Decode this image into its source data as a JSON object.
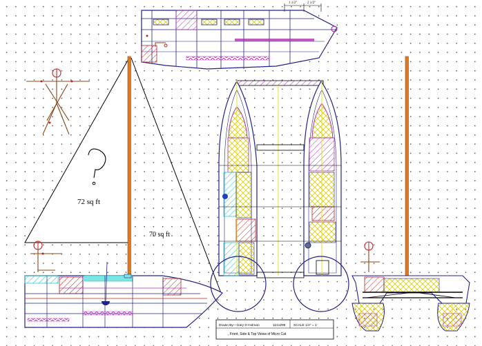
{
  "sail_area_main": "72 sq ft",
  "sail_area_jib": "70 sq ft",
  "title_block": {
    "drawn_by": "Drawn By—Gary D Holman",
    "date": "11/13/99",
    "scale": "SCALE  1/4\" = 1'",
    "title": ",  Front, Side & Top Views of Micro Cat"
  },
  "top_dimension_labels": [
    "1 1/2\"",
    "2 1/2\""
  ],
  "colors": {
    "mast": "#e07820",
    "cyan_deck": "#33d6d6",
    "yellow": "#e8e020",
    "red": "#c02020",
    "magenta": "#b030b0",
    "navy": "#20208a",
    "blue": "#2040c0"
  }
}
